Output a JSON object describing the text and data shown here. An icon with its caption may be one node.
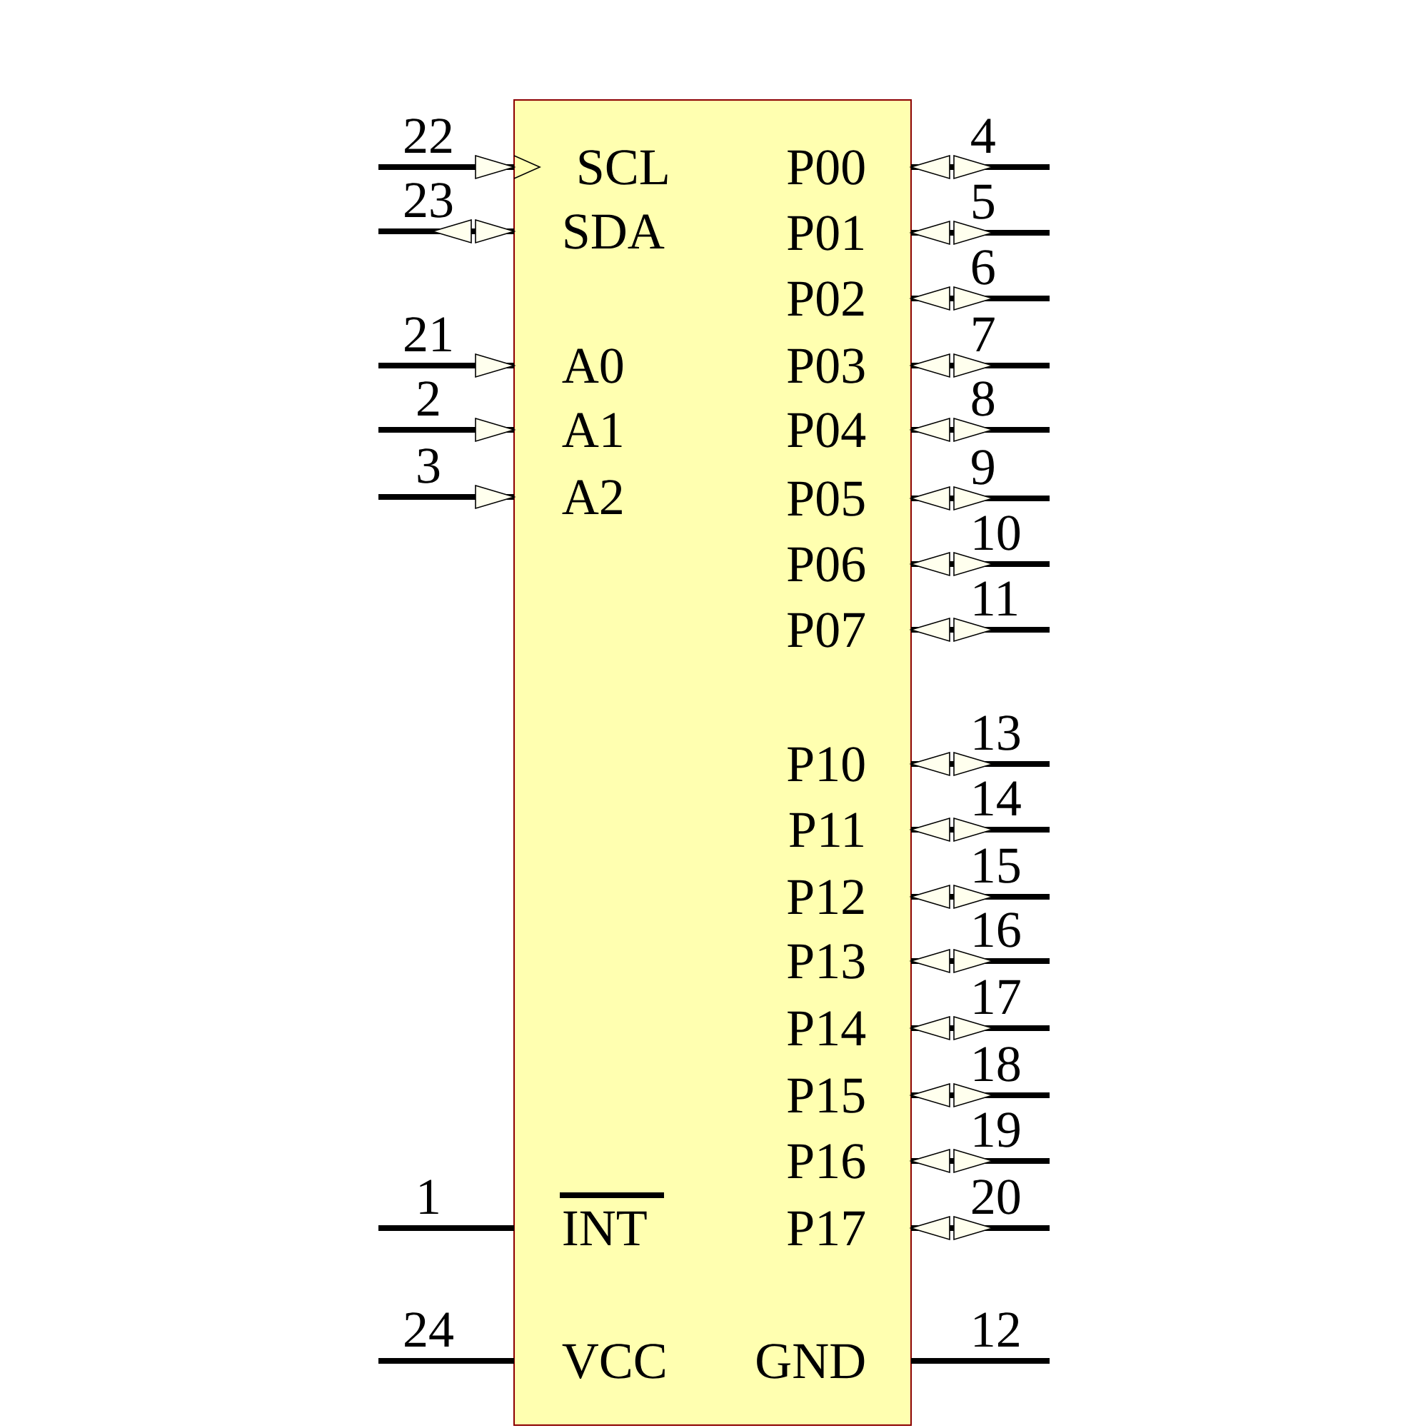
{
  "diagram": {
    "nodes": [
      {
        "text": [],
        "shape": "box"
      }
    ],
    "labels": [
      "22",
      "SCL",
      "23",
      "SDA",
      "21",
      "A0",
      "2",
      "A1",
      "3",
      "A2",
      "1",
      "INT",
      "24",
      "VCC",
      "4",
      "P00",
      "5",
      "P01",
      "6",
      "P02",
      "7",
      "P03",
      "8",
      "P04",
      "9",
      "P05",
      "10",
      "P06",
      "11",
      "P07",
      "13",
      "P10",
      "14",
      "P11",
      "15",
      "P12",
      "16",
      "P13",
      "17",
      "P14",
      "18",
      "P15",
      "19",
      "P16",
      "20",
      "P17",
      "12",
      "GND"
    ]
  }
}
